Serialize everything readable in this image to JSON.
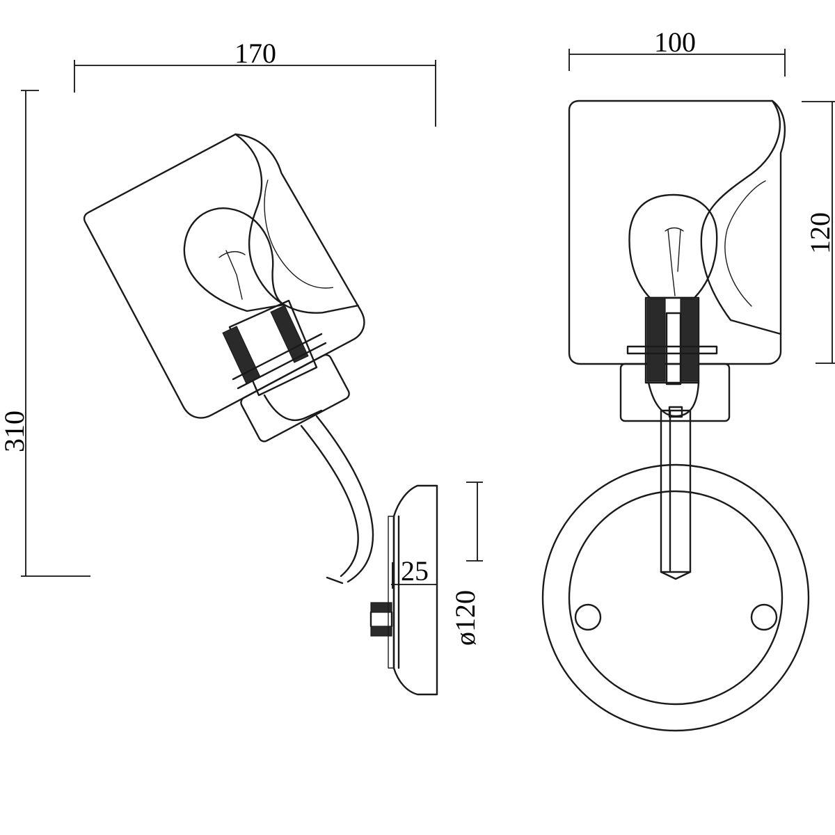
{
  "drawing": {
    "dimensions": {
      "side_width": "170",
      "side_height": "310",
      "backplate_depth": "25",
      "backplate_diameter": "ø120",
      "front_width": "100",
      "shade_height": "120"
    }
  }
}
